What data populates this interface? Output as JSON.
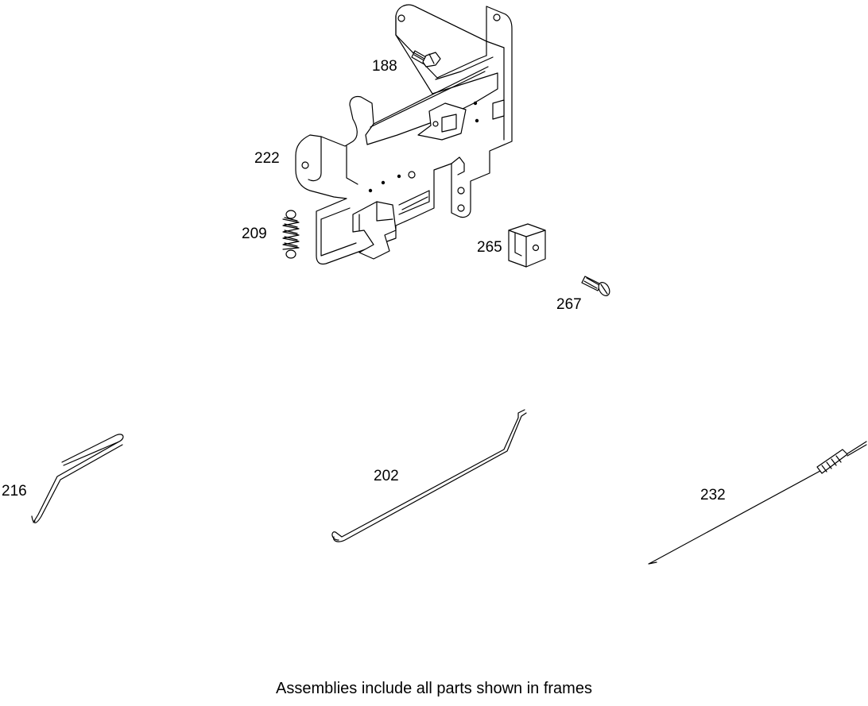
{
  "parts": {
    "p188": "188",
    "p222": "222",
    "p209": "209",
    "p265": "265",
    "p267": "267",
    "p216": "216",
    "p202": "202",
    "p232": "232"
  },
  "caption": "Assemblies include all parts shown in frames"
}
